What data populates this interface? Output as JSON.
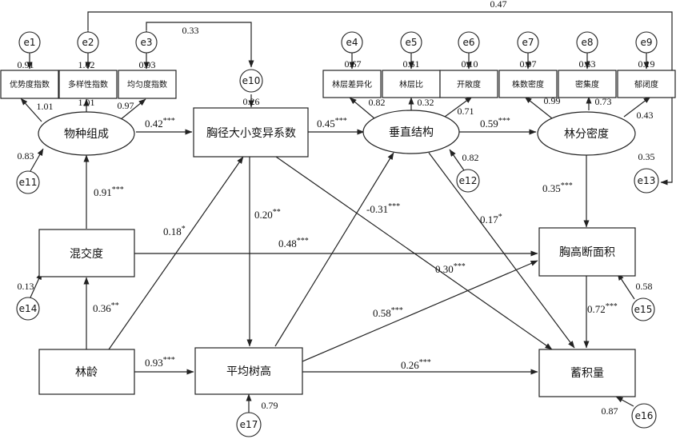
{
  "latent": {
    "wuzhong": "物种组成",
    "xiongjing": "胸径大小变异系数",
    "chuizhi": "垂直结构",
    "linfen": "林分密度"
  },
  "observed": {
    "hunjiao": "混交度",
    "linling": "林龄",
    "pingjun": "平均树高",
    "xionggao": "胸高断面积",
    "xuji": "蓄积量"
  },
  "indicators": {
    "youshi": "优势度指数",
    "duoyang": "多样性指数",
    "junyun": "均匀度指数",
    "lincengcha": "林层差异化",
    "lincengbi": "林层比",
    "kaichang": "开敞度",
    "zhushu": "株数密度",
    "miji": "密集度",
    "yubi": "郁闭度"
  },
  "errors": [
    "e1",
    "e2",
    "e3",
    "e4",
    "e5",
    "e6",
    "e7",
    "e8",
    "e9",
    "e10",
    "e11",
    "e12",
    "e13",
    "e14",
    "e15",
    "e16",
    "e17"
  ],
  "values": {
    "e1": "0.91",
    "e2": "1.02",
    "e3": "0.93",
    "e4": "0.67",
    "e5": "0.51",
    "e6": "0.10",
    "e7": "0.97",
    "e8": "0.53",
    "e9": "0.19",
    "e10": "0.26",
    "e11": "0.83",
    "e12": "0.82",
    "e13": "0.35",
    "e14": "0.13",
    "e15": "0.58",
    "e16": "0.87",
    "e17": "0.79",
    "cov_e3_e10": "0.33",
    "cov_e2_e13": "0.47"
  },
  "loadings": {
    "youshi": "1.01",
    "duoyang": "1.01",
    "junyun": "0.97",
    "lincengcha": "0.82",
    "lincengbi": "0.32",
    "kaichang": "0.71",
    "zhushu": "0.99",
    "miji": "0.73",
    "yubi": "0.43"
  },
  "paths": {
    "wz_xj": {
      "coef": "0.42",
      "sig": "***"
    },
    "xj_cz": {
      "coef": "0.45",
      "sig": "***"
    },
    "cz_lf": {
      "coef": "0.59",
      "sig": "***"
    },
    "hj_wz": {
      "coef": "0.91",
      "sig": "***"
    },
    "ll_xj": {
      "coef": "0.18",
      "sig": "*"
    },
    "xj_pj": {
      "coef": "0.20",
      "sig": "**"
    },
    "pj_cz": {
      "coef": "-0.31",
      "sig": "***"
    },
    "cz_xu": {
      "coef": "0.17",
      "sig": "*"
    },
    "lf_xg": {
      "coef": "0.35",
      "sig": "***"
    },
    "hj_xg": {
      "coef": "0.48",
      "sig": "***"
    },
    "xj_xu": {
      "coef": "0.30",
      "sig": "***"
    },
    "ll_hj": {
      "coef": "0.36",
      "sig": "**"
    },
    "pj_xg": {
      "coef": "0.58",
      "sig": "***"
    },
    "xg_xu": {
      "coef": "0.72",
      "sig": "***"
    },
    "ll_pj": {
      "coef": "0.93",
      "sig": "***"
    },
    "pj_xu": {
      "coef": "0.26",
      "sig": "***"
    }
  }
}
